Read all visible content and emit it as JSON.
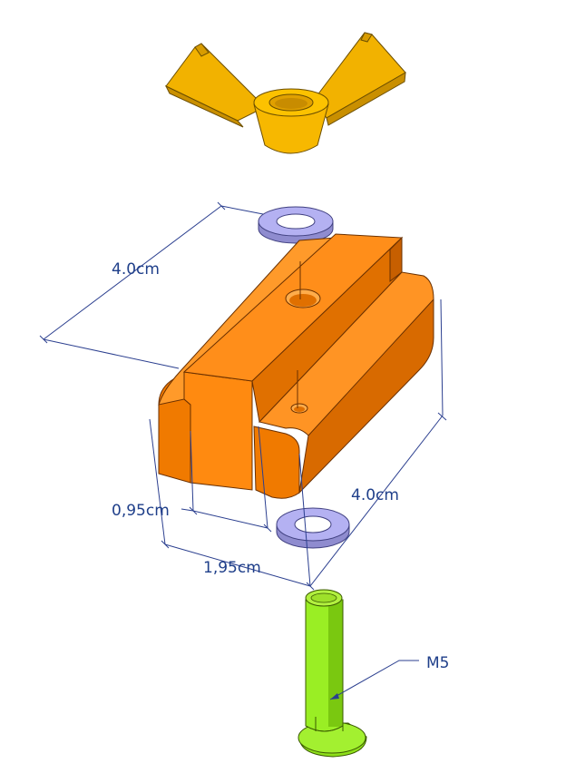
{
  "labels": {
    "top_width": "4.0cm",
    "side_length": "4.0cm",
    "slot_width": "0,95cm",
    "base_width": "1,95cm",
    "bolt": "M5"
  },
  "colors": {
    "wing_nut": "#f2b200",
    "block": "#ff8a10",
    "washer": "#a9a6ee",
    "bolt": "#99ee22",
    "dimension_line": "#2b3f8f",
    "label_text": "#1f3f8a"
  }
}
